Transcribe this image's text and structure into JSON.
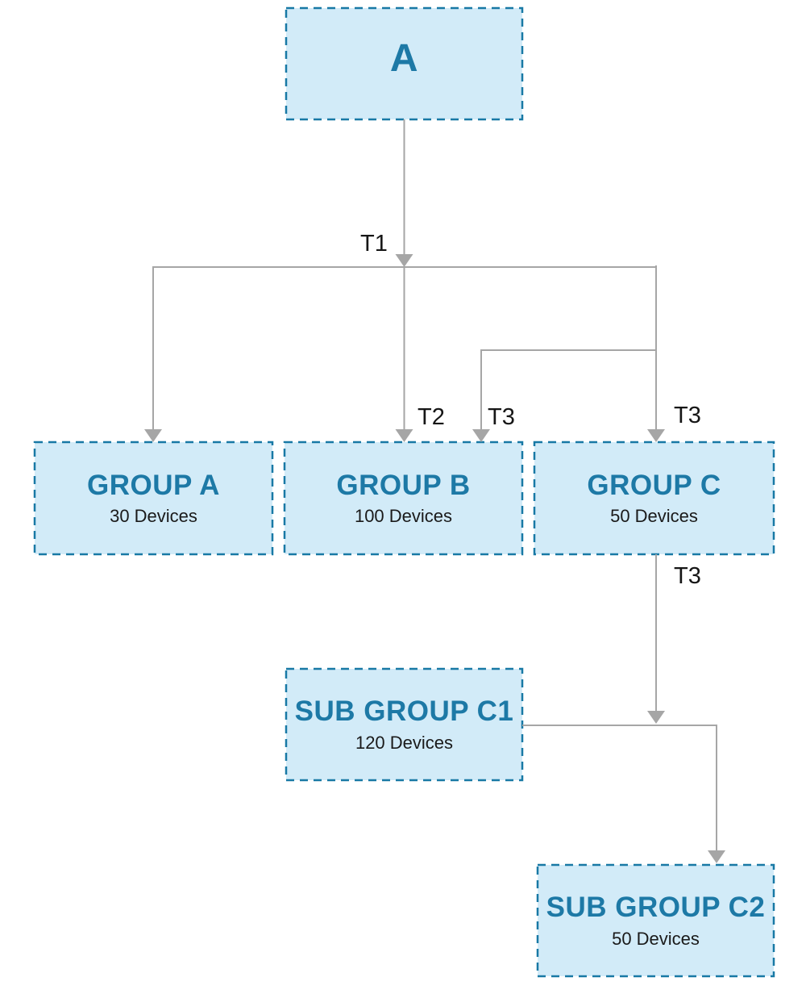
{
  "diagram": {
    "nodes": [
      {
        "id": "a",
        "title": "A",
        "subtitle": ""
      },
      {
        "id": "group-a",
        "title": "GROUP A",
        "subtitle": "30 Devices"
      },
      {
        "id": "group-b",
        "title": "GROUP B",
        "subtitle": "100 Devices"
      },
      {
        "id": "group-c",
        "title": "GROUP C",
        "subtitle": "50 Devices"
      },
      {
        "id": "sub-group-c1",
        "title": "SUB GROUP C1",
        "subtitle": "120 Devices"
      },
      {
        "id": "sub-group-c2",
        "title": "SUB GROUP C2",
        "subtitle": "50 Devices"
      }
    ],
    "edge_labels": [
      {
        "id": "t1",
        "text": "T1"
      },
      {
        "id": "t2",
        "text": "T2"
      },
      {
        "id": "t3-into-b",
        "text": "T3"
      },
      {
        "id": "t3-into-c",
        "text": "T3"
      },
      {
        "id": "t3-below-c",
        "text": "T3"
      }
    ],
    "edges": [
      {
        "from": "A",
        "to": "branch point",
        "label": "T1"
      },
      {
        "from": "branch point",
        "to": "GROUP A",
        "label": ""
      },
      {
        "from": "branch point",
        "to": "GROUP B",
        "label": "T2"
      },
      {
        "from": "branch point",
        "to": "GROUP B",
        "label": "T3"
      },
      {
        "from": "branch point",
        "to": "GROUP C",
        "label": "T3"
      },
      {
        "from": "GROUP C",
        "to": "SUB GROUP C1-C2 connector",
        "label": "T3"
      },
      {
        "from": "SUB GROUP C1",
        "to": "SUB GROUP C2",
        "label": ""
      }
    ],
    "colors": {
      "node_fill": "#d2ebf8",
      "node_border": "#1879a5",
      "title_text": "#1d79a6",
      "subtitle_text": "#1a1a1a",
      "connector": "#a6a6a6"
    }
  }
}
